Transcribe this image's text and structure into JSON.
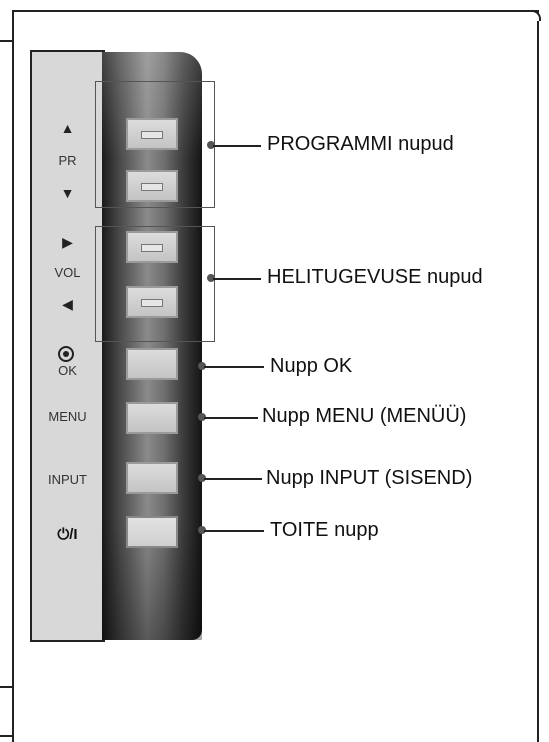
{
  "panel": {
    "pr_label": "PR",
    "vol_label": "VOL",
    "ok_label": "OK",
    "menu_label": "MENU",
    "input_label": "INPUT",
    "power_label": "⏻/I",
    "up_arrow": "▲",
    "down_arrow": "▼",
    "right_arrow": "▶",
    "left_arrow": "◀"
  },
  "callouts": {
    "programmi": "PROGRAMMI nupud",
    "helitugevuse": "HELITUGEVUSE nupud",
    "ok": "Nupp OK",
    "menu": "Nupp MENU (MENÜÜ)",
    "input": "Nupp INPUT (SISEND)",
    "toite": "TOITE nupp"
  }
}
